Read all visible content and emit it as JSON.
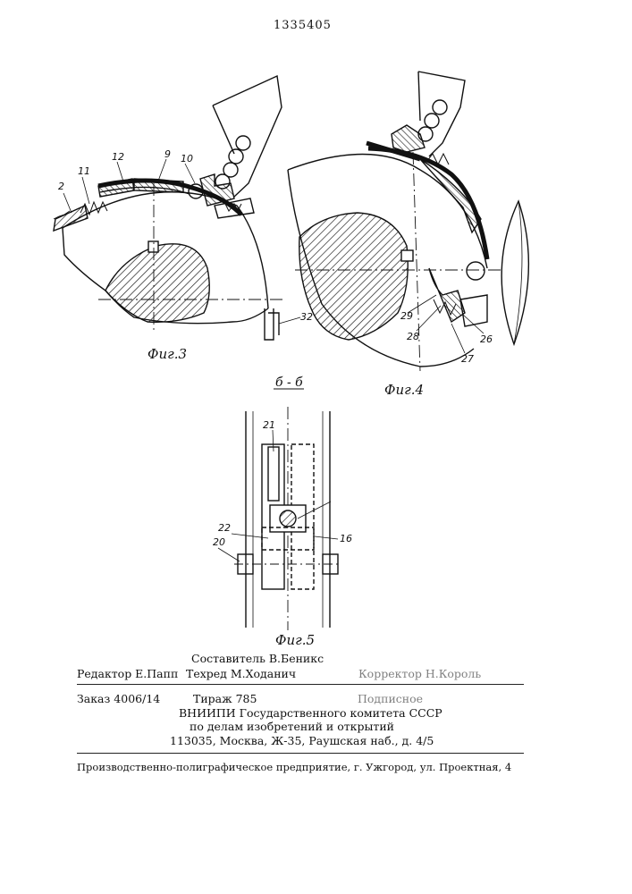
{
  "header": {
    "patent_number": "1335405"
  },
  "figures": {
    "fig3": {
      "caption": "Фиг.3",
      "labels": [
        "2",
        "11",
        "12",
        "9",
        "10",
        "32"
      ]
    },
    "fig4": {
      "caption": "Фиг.4",
      "labels": [
        "29",
        "28",
        "27",
        "26"
      ]
    },
    "fig5": {
      "caption": "Фиг.5",
      "section": "б - б",
      "labels": [
        "21",
        "22",
        "20",
        "16"
      ]
    }
  },
  "footer": {
    "compiler": "Составитель В.Беникс",
    "editor": "Редактор Е.Папп",
    "techred": "Техред М.Ходанич",
    "corrector": "Корректор Н.Король",
    "order": "Заказ 4006/14",
    "circulation": "Тираж 785",
    "signed": "Подписное",
    "org_line1": "ВНИИПИ Государственного комитета СССР",
    "org_line2": "по делам изобретений и открытий",
    "address": "113035, Москва, Ж-35, Раушская наб., д. 4/5",
    "printer": "Производственно-полиграфическое предприятие, г. Ужгород, ул. Проектная, 4"
  }
}
